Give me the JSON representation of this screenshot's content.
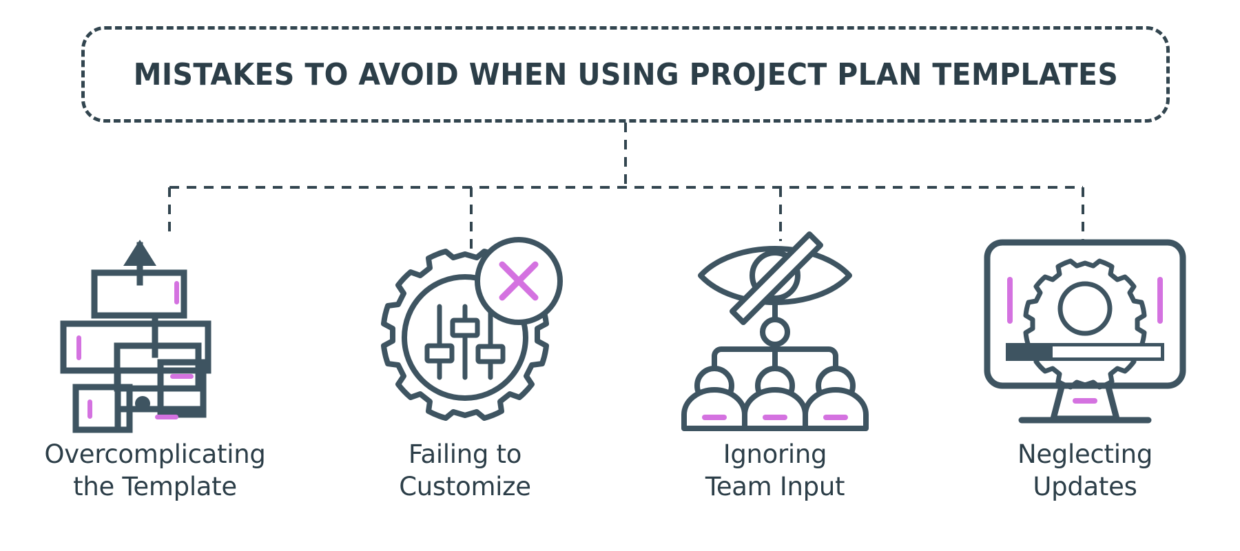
{
  "title": {
    "text": "MISTAKES TO AVOID WHEN USING PROJECT PLAN TEMPLATES"
  },
  "colors": {
    "ink": "#32454f",
    "ink_text": "#2c3e48",
    "accent": "#d472e0",
    "background": "#ffffff",
    "fill_bar": "#3e5461"
  },
  "connector_style": "dashed",
  "items": [
    {
      "id": "overcomplicating",
      "icon_name": "flowchart-overcomplicated-icon",
      "label": "Overcomplicating\nthe Template"
    },
    {
      "id": "failing-to-customize",
      "icon_name": "gear-sliders-x-icon",
      "label": "Failing to\nCustomize"
    },
    {
      "id": "ignoring-team-input",
      "icon_name": "eye-slash-org-chart-icon",
      "label": "Ignoring\nTeam Input"
    },
    {
      "id": "neglecting-updates",
      "icon_name": "monitor-gear-progress-icon",
      "label": "Neglecting\nUpdates"
    }
  ]
}
